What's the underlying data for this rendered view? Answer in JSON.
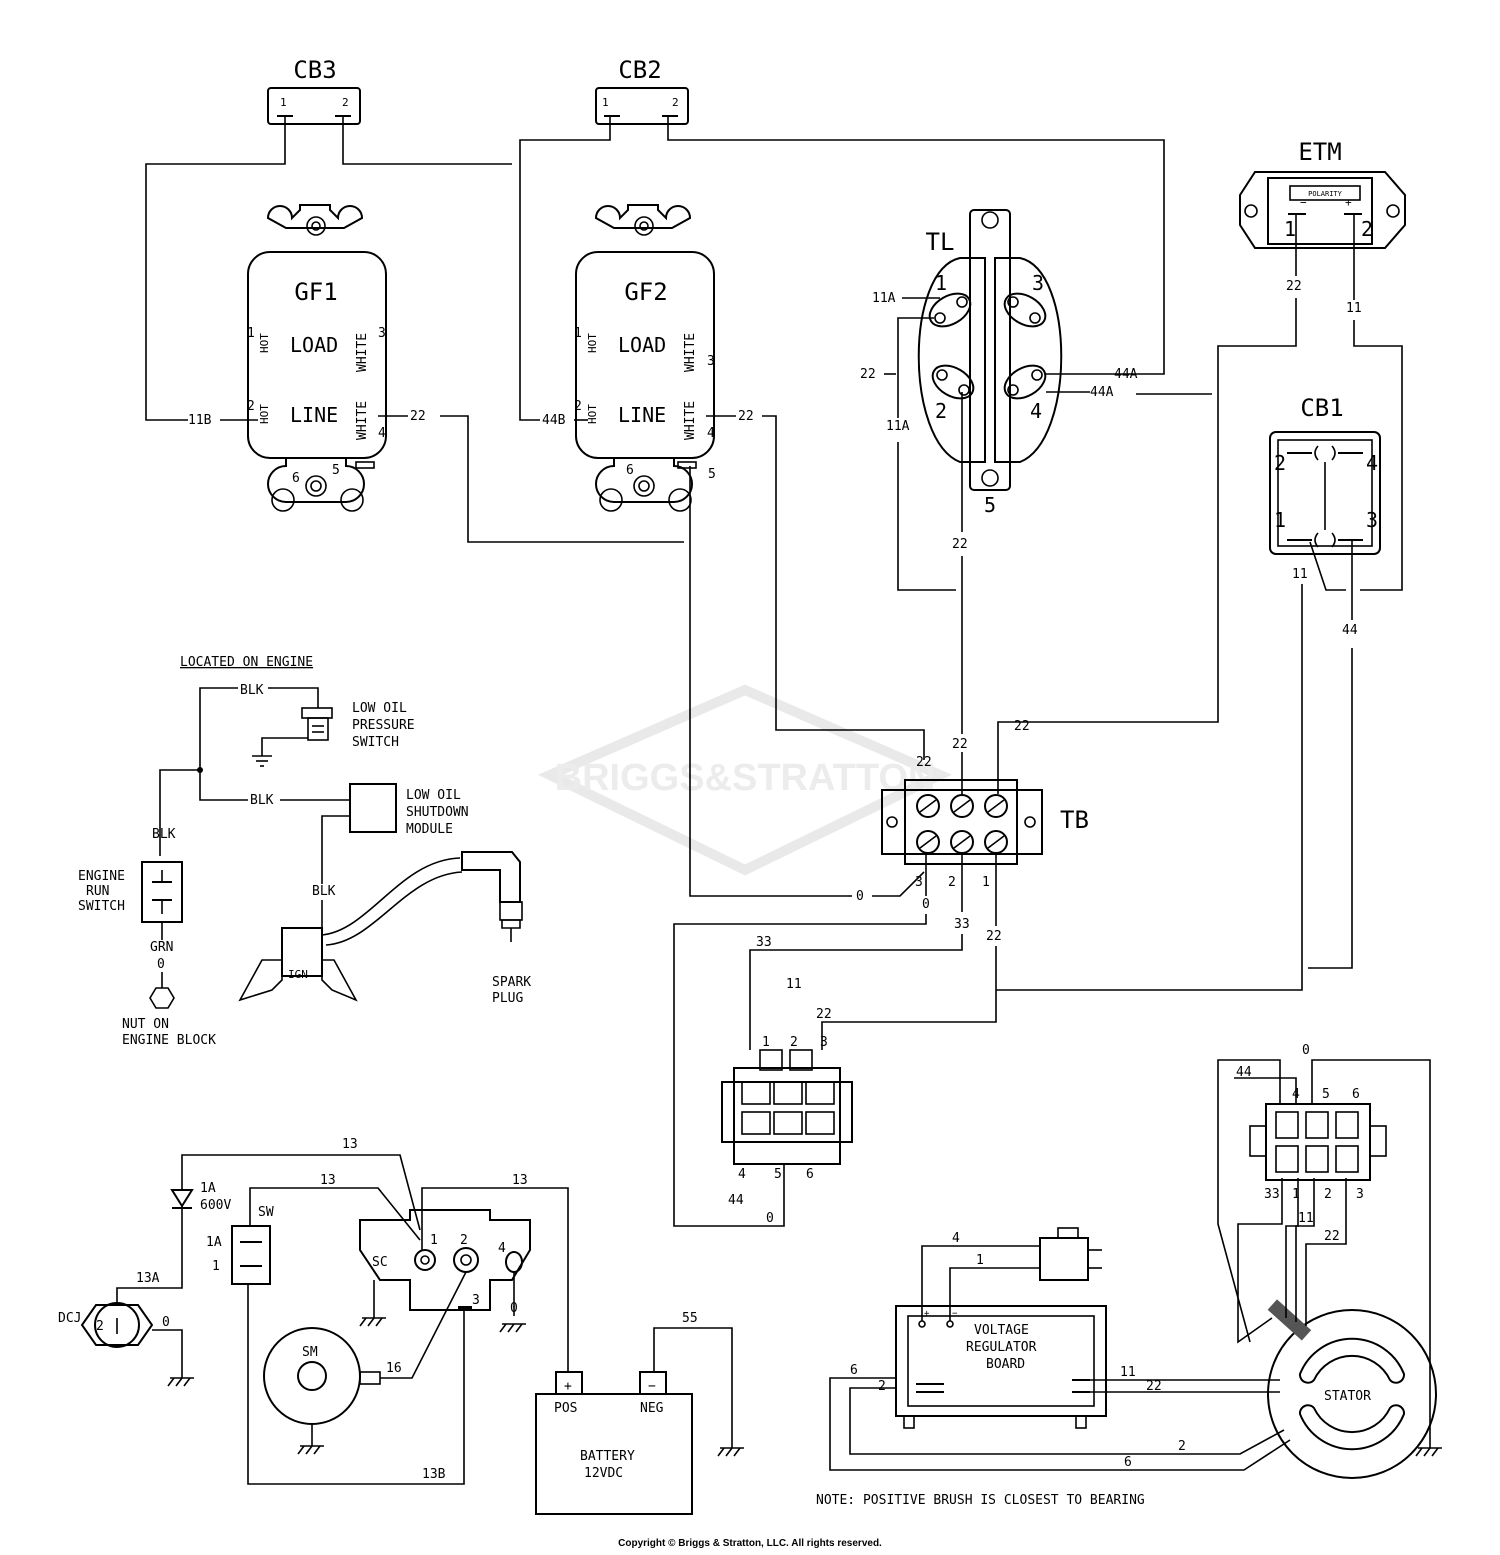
{
  "title": "",
  "components": {
    "cb3": {
      "name": "CB3",
      "pin1": "1",
      "pin2": "2"
    },
    "cb2": {
      "name": "CB2",
      "pin1": "1",
      "pin2": "2"
    },
    "etm": {
      "name": "ETM",
      "polarity": "POLARITY",
      "minus": "−",
      "plus": "+",
      "pin1": "1",
      "pin2": "2"
    },
    "gf1": {
      "name": "GF1",
      "load": "LOAD",
      "line": "LINE",
      "hot": "HOT",
      "white": "WHITE",
      "pins": [
        "1",
        "2",
        "3",
        "4",
        "5",
        "6"
      ]
    },
    "gf2": {
      "name": "GF2",
      "load": "LOAD",
      "line": "LINE",
      "hot": "HOT",
      "white": "WHITE",
      "pins": [
        "1",
        "2",
        "3",
        "4",
        "5",
        "6"
      ]
    },
    "tl": {
      "name": "TL",
      "pins": [
        "1",
        "2",
        "3",
        "4",
        "5"
      ]
    },
    "cb1": {
      "name": "CB1",
      "pins": [
        "2",
        "4",
        "1",
        "3"
      ]
    },
    "tb": {
      "name": "TB",
      "pins": [
        "3",
        "2",
        "1"
      ]
    },
    "engine": {
      "located": "LOCATED ON ENGINE",
      "low_oil_switch": [
        "LOW OIL",
        "PRESSURE",
        "SWITCH"
      ],
      "low_oil_module": [
        "LOW OIL",
        "SHUTDOWN",
        "MODULE"
      ],
      "run_switch": [
        "ENGINE",
        "RUN",
        "SWITCH"
      ],
      "nut": [
        "NUT ON",
        "ENGINE BLOCK"
      ],
      "spark": [
        "SPARK",
        "PLUG"
      ],
      "ign": "IGN"
    },
    "dcj": "DCJ",
    "diode": [
      "1A",
      "600V"
    ],
    "sw": {
      "name": "SW",
      "pins": [
        "1A",
        "1"
      ]
    },
    "sc": {
      "name": "SC",
      "pins": [
        "1",
        "2",
        "3",
        "4"
      ]
    },
    "sm": "SM",
    "battery": {
      "pos": "POS",
      "neg": "NEG",
      "plus": "+",
      "minus": "−",
      "label": [
        "BATTERY",
        "12VDC"
      ]
    },
    "vrb": {
      "label": [
        "VOLTAGE",
        "REGULATOR",
        "BOARD"
      ],
      "plus": "+",
      "minus": "−"
    },
    "stator": "STATOR",
    "plug_pins": {
      "top": [
        "1",
        "2",
        "3"
      ],
      "bottom": [
        "4",
        "5",
        "6"
      ]
    },
    "stator_plug_pins": {
      "top": [
        "4",
        "5",
        "6"
      ],
      "bottom": [
        "33",
        "1",
        "2",
        "3"
      ]
    }
  },
  "wires": {
    "w11B": "11B",
    "w44B": "44B",
    "w22": "22",
    "w11A": "11A",
    "w44A": "44A",
    "w11": "11",
    "w44": "44",
    "w0": "0",
    "w33": "33",
    "wBLK": "BLK",
    "wGRN": "GRN",
    "w13": "13",
    "w13A": "13A",
    "w13B": "13B",
    "w16": "16",
    "w55": "55",
    "w1": "1",
    "w2": "2",
    "w4": "4",
    "w6": "6"
  },
  "note": "NOTE: POSITIVE BRUSH IS CLOSEST TO BEARING",
  "watermark": "BRIGGS&STRATTON",
  "copyright": "Copyright © Briggs & Stratton, LLC. All rights reserved."
}
